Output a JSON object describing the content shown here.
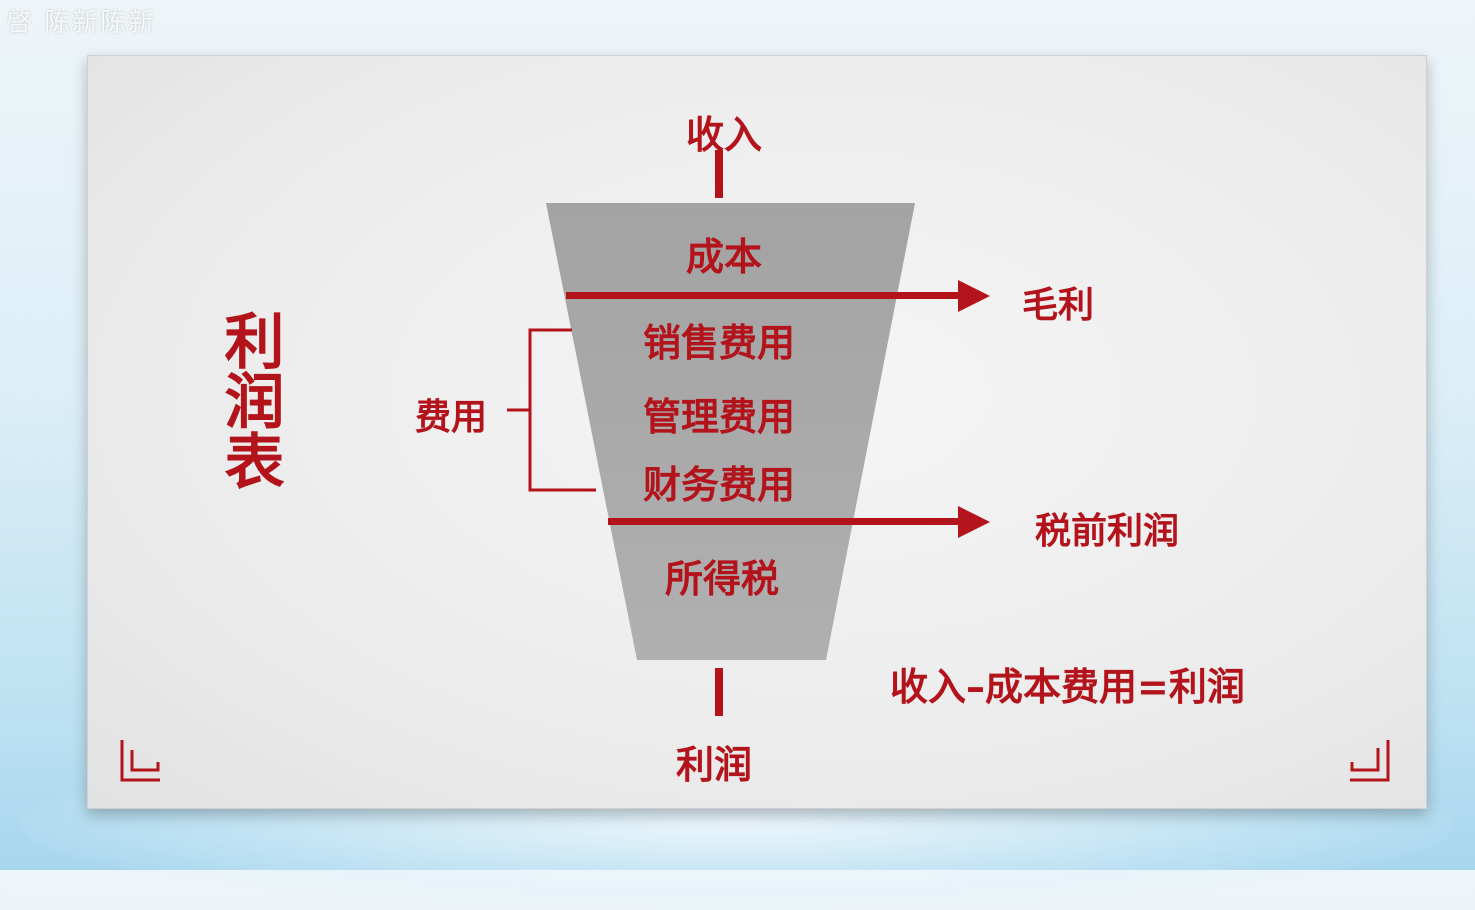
{
  "watermark": "啓 陈新陈新",
  "side_title": "利润表",
  "top_label": "收入",
  "bottom_label": "利润",
  "funnel": {
    "cost": "成本",
    "selling": "销售费用",
    "admin": "管理费用",
    "finance": "财务费用",
    "tax": "所得税"
  },
  "expenses_label": "费用",
  "arrows": {
    "gross_profit": "毛利",
    "pretax_profit": "税前利润"
  },
  "formula": "收入–成本费用=利润",
  "colors": {
    "accent": "#b3141b",
    "funnel": "#a9a9a9"
  }
}
